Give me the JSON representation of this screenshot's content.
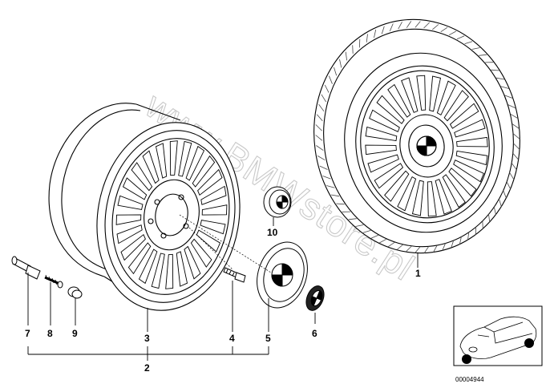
{
  "watermark": "www.BMWstore.pl",
  "callouts": {
    "c1": "1",
    "c2": "2",
    "c3": "3",
    "c4": "4",
    "c5": "5",
    "c6": "6",
    "c7": "7",
    "c8": "8",
    "c9": "9",
    "c10": "10"
  },
  "thumbnail": {
    "code": "00004944"
  }
}
